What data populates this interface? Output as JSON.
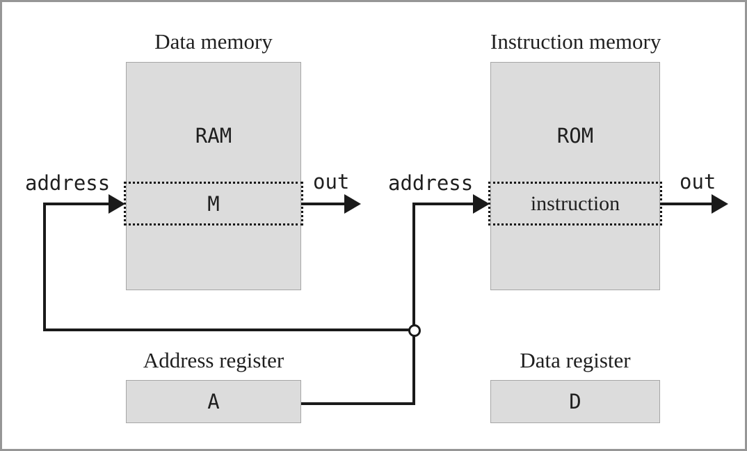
{
  "figure": {
    "data_memory": {
      "title": "Data memory",
      "chip_label": "RAM",
      "register_label": "M",
      "input_label": "address",
      "output_label": "out"
    },
    "instruction_memory": {
      "title": "Instruction memory",
      "chip_label": "ROM",
      "register_label": "instruction",
      "input_label": "address",
      "output_label": "out"
    },
    "address_register": {
      "title": "Address register",
      "chip_label": "A"
    },
    "data_register": {
      "title": "Data register",
      "chip_label": "D"
    },
    "colors": {
      "chip_fill": "#dcdcdc",
      "chip_border": "#a6a6a6",
      "wire": "#1a1a1a",
      "ink": "#1f1f1f",
      "frame_border": "#969696",
      "background": "#ffffff"
    }
  }
}
